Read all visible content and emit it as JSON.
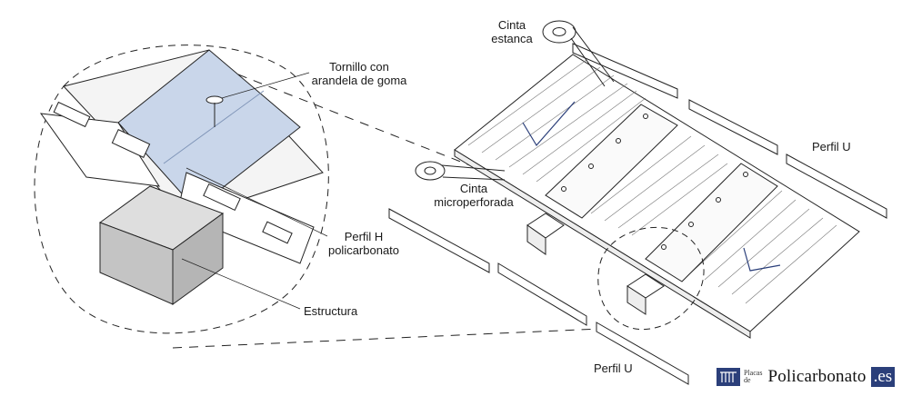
{
  "labels": {
    "tornillo": [
      "Tornillo con",
      "arandela de goma"
    ],
    "perfil_h": [
      "Perfil H",
      "policarbonato"
    ],
    "estructura": "Estructura",
    "cinta_estanca": [
      "Cinta",
      "estanca"
    ],
    "cinta_micro": [
      "Cinta",
      "microperforada"
    ],
    "perfil_u_right": "Perfil U",
    "perfil_u_bottom": "Perfil U"
  },
  "logo": {
    "small_top": "Placas",
    "small_bottom": "de",
    "brand": "Policarbonato",
    "tld": ".es"
  },
  "colors": {
    "line": "#222222",
    "panel_highlight": "#c9d6ea",
    "structure": "#cfcfcf",
    "accent": "#2b3f7a"
  }
}
